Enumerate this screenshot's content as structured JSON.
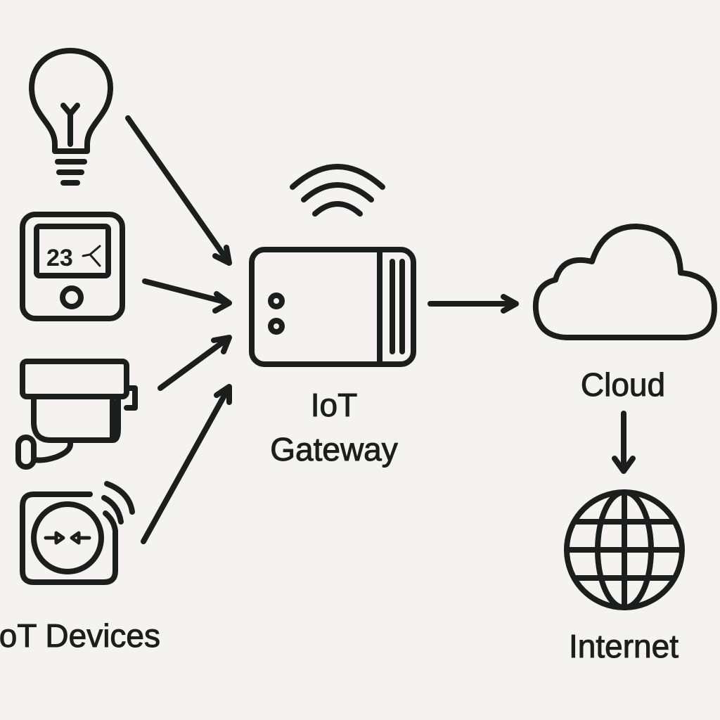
{
  "labels": {
    "devices": "IoT Devices",
    "gateway_line1": "IoT",
    "gateway_line2": "Gateway",
    "cloud": "Cloud",
    "internet": "Internet"
  },
  "thermostat": {
    "reading": "23"
  },
  "icons": [
    "light-bulb-icon",
    "thermostat-icon",
    "security-camera-icon",
    "smart-plug-icon",
    "gateway-icon",
    "wifi-icon",
    "cloud-icon",
    "globe-icon"
  ],
  "colors": {
    "background": "#f4f3f1",
    "stroke": "#1a1f1d"
  }
}
